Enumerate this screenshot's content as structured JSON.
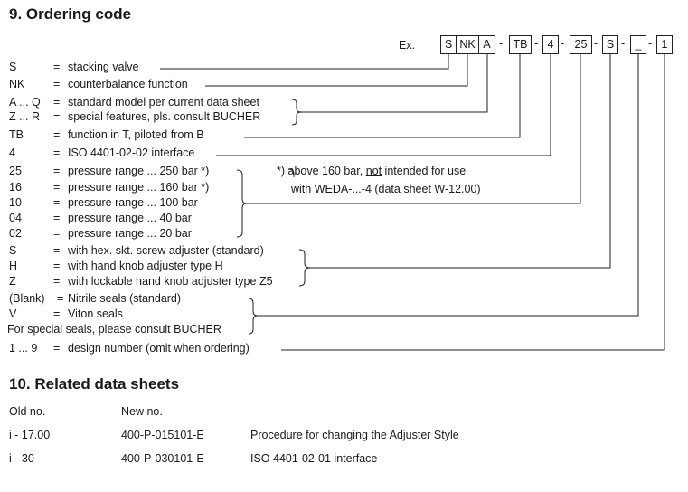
{
  "section9": {
    "title": "9.   Ordering code",
    "example_label": "Ex.",
    "code_boxes": [
      "S",
      "NK",
      "A",
      "TB",
      "4",
      "25",
      "S",
      "_",
      "1"
    ],
    "dash": "-",
    "equals": "=",
    "rows": [
      {
        "key": "S",
        "desc": "stacking valve"
      },
      {
        "key": "NK",
        "desc": "counterbalance function"
      },
      {
        "key": "A ... Q",
        "desc": "standard  model per current data sheet"
      },
      {
        "key": "Z ... R",
        "desc": "special features, pls. consult BUCHER"
      },
      {
        "key": "TB",
        "desc": "function in T, piloted from B"
      },
      {
        "key": "4",
        "desc": "ISO 4401-02-02 interface"
      },
      {
        "key": "25",
        "desc": "pressure range  ... 250 bar  *)"
      },
      {
        "key": "16",
        "desc": "pressure range  ... 160 bar  *)"
      },
      {
        "key": "10",
        "desc": "pressure range  ... 100 bar"
      },
      {
        "key": "04",
        "desc": "pressure range  ...   40 bar"
      },
      {
        "key": "02",
        "desc": "pressure range  ...   20 bar"
      },
      {
        "key": "S",
        "desc": "with hex. skt. screw adjuster (standard)"
      },
      {
        "key": "H",
        "desc": "with hand knob adjuster type H"
      },
      {
        "key": "Z",
        "desc": "with lockable hand knob adjuster type Z5"
      },
      {
        "key": "(Blank)",
        "desc": "Nitrile seals (standard)"
      },
      {
        "key": "V",
        "desc": "Viton seals"
      },
      {
        "key": "",
        "desc": ""
      },
      {
        "key": "1 ... 9",
        "desc": "design number (omit when ordering)"
      }
    ],
    "special_seals_note": "For special seals, please consult BUCHER",
    "footnote_prefix": "*)  above 160 bar, ",
    "footnote_underlined": "not",
    "footnote_suffix": " intended for use",
    "footnote_line2": "with WEDA-...-4 (data sheet W-12.00)"
  },
  "section10": {
    "title": "10. Related data sheets",
    "headers": {
      "old": "Old no.",
      "new": "New no."
    },
    "rows": [
      {
        "old": "i - 17.00",
        "new": "400-P-015101-E",
        "desc": "Procedure for changing the Adjuster Style"
      },
      {
        "old": "i - 30",
        "new": "400-P-030101-E",
        "desc": "ISO 4401-02-01 interface"
      }
    ]
  }
}
